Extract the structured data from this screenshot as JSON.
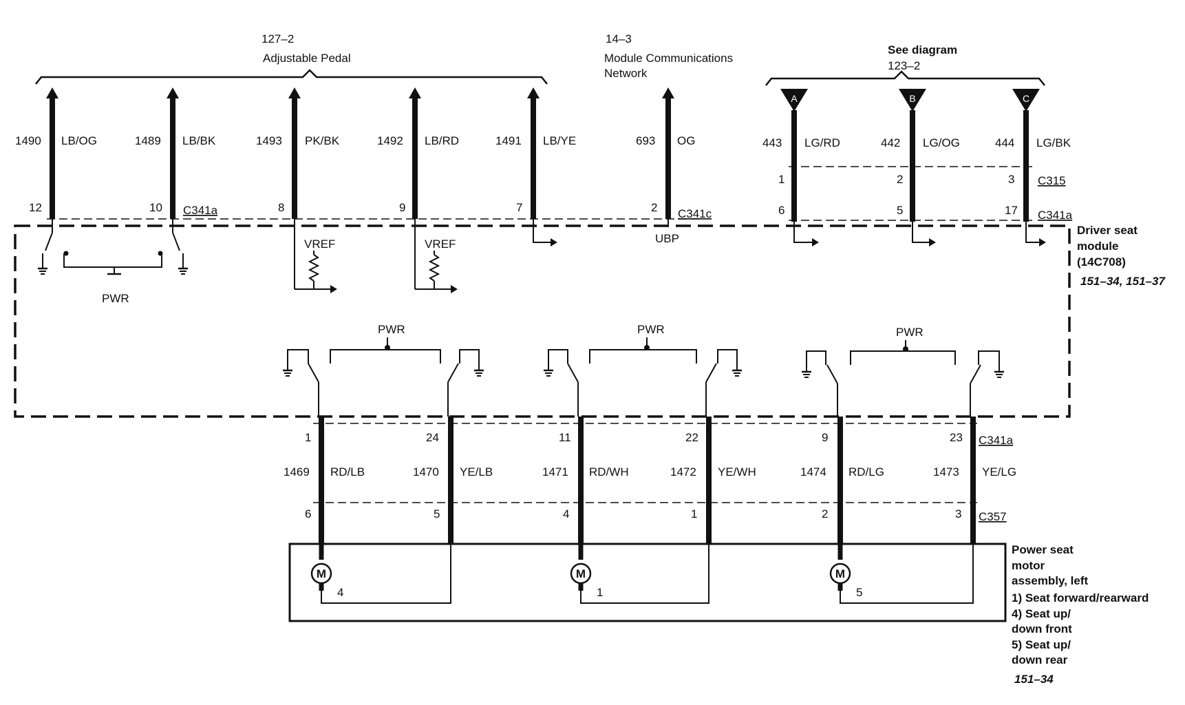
{
  "groups": {
    "pedal": {
      "ref": "127–2",
      "title": "Adjustable Pedal"
    },
    "network": {
      "ref": "14–3",
      "title_line1": "Module Communications",
      "title_line2": "Network"
    },
    "seeDiagram": {
      "title": "See diagram",
      "ref": "123–2"
    }
  },
  "topWires": [
    {
      "circuit": "1490",
      "color": "LB/OG",
      "pin": "12"
    },
    {
      "circuit": "1489",
      "color": "LB/BK",
      "pin": "10"
    },
    {
      "circuit": "1493",
      "color": "PK/BK",
      "pin": "8"
    },
    {
      "circuit": "1492",
      "color": "LB/RD",
      "pin": "9"
    },
    {
      "circuit": "1491",
      "color": "LB/YE",
      "pin": "7"
    },
    {
      "circuit": "693",
      "color": "OG",
      "pin": "2"
    },
    {
      "circuit": "443",
      "color": "LG/RD",
      "pin": "6",
      "pin_c315": "1",
      "flag": "A"
    },
    {
      "circuit": "442",
      "color": "LG/OG",
      "pin": "5",
      "pin_c315": "2",
      "flag": "B"
    },
    {
      "circuit": "444",
      "color": "LG/BK",
      "pin": "17",
      "pin_c315": "3",
      "flag": "C"
    }
  ],
  "connectors": {
    "c341a": "C341a",
    "c341c": "C341c",
    "c315": "C315",
    "c357": "C357"
  },
  "module": {
    "pwr": "PWR",
    "vref": "VREF",
    "ubp": "UBP",
    "line1": "Driver seat",
    "line2": "module",
    "line3": "(14C708)",
    "ref": "151–34, 151–37"
  },
  "motorWires": [
    {
      "pin": "1",
      "circuit": "1469",
      "color": "RD/LB",
      "c357": "6"
    },
    {
      "pin": "24",
      "circuit": "1470",
      "color": "YE/LB",
      "c357": "5"
    },
    {
      "pin": "11",
      "circuit": "1471",
      "color": "RD/WH",
      "c357": "4"
    },
    {
      "pin": "22",
      "circuit": "1472",
      "color": "YE/WH",
      "c357": "1"
    },
    {
      "pin": "9",
      "circuit": "1474",
      "color": "RD/LG",
      "c357": "2"
    },
    {
      "pin": "23",
      "circuit": "1473",
      "color": "YE/LG",
      "c357": "3"
    }
  ],
  "motors": [
    {
      "symbol": "M",
      "number": "4"
    },
    {
      "symbol": "M",
      "number": "1"
    },
    {
      "symbol": "M",
      "number": "5"
    }
  ],
  "assembly": {
    "l1": "Power seat",
    "l2": "motor",
    "l3": "assembly, left",
    "l4": "1) Seat forward/rearward",
    "l5": "4) Seat up/",
    "l6": "down front",
    "l7": "5) Seat up/",
    "l8": "down rear",
    "ref": "151–34"
  }
}
